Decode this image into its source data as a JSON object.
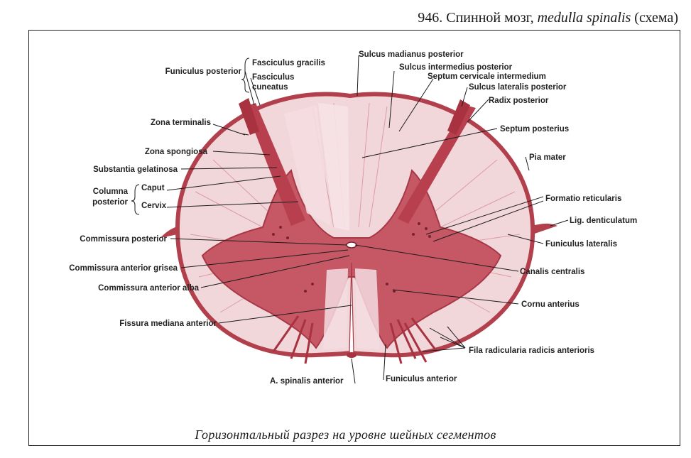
{
  "header": {
    "number": "946.",
    "title_ru": "Спинной мозг,",
    "title_latin": "medulla spinalis",
    "title_note": "(схема)"
  },
  "caption": "Горизонтальный разрез на уровне шейных сегментов",
  "colors": {
    "tissue": "#c0505a",
    "tissue_light": "#f3dcdf",
    "ink": "#1c1c1c"
  },
  "labels": {
    "funiculus_posterior": "Funiculus posterior",
    "fasciculus_gracilis": "Fasciculus gracilis",
    "fasciculus_cuneatus_1": "Fasciculus",
    "fasciculus_cuneatus_2": "cuneatus",
    "zona_terminalis": "Zona terminalis",
    "zona_spongiosa": "Zona spongiosa",
    "substantia_gelatinosa": "Substantia gelatinosa",
    "columna_posterior_1": "Columna",
    "columna_posterior_2": "posterior",
    "caput": "Caput",
    "cervix": "Cervix",
    "commissura_posterior": "Commissura posterior",
    "commissura_anterior_grisea": "Commissura anterior grisea",
    "commissura_anterior_alba": "Commissura anterior alba",
    "fissura_mediana_anterior": "Fissura mediana anterior",
    "a_spinalis_anterior": "A. spinalis anterior",
    "funiculus_anterior": "Funiculus anterior",
    "sulcus_medianus_posterior": "Sulcus madianus posterior",
    "sulcus_intermedius_posterior": "Sulcus intermedius posterior",
    "septum_cervicale_intermedium": "Septum cervicale intermedium",
    "sulcus_lateralis_posterior": "Sulcus lateralis posterior",
    "radix_posterior": "Radix posterior",
    "septum_posterius": "Septum posterius",
    "pia_mater": "Pia mater",
    "formatio_reticularis": "Formatio reticularis",
    "lig_denticulatum": "Lig. denticulatum",
    "funiculus_lateralis": "Funiculus lateralis",
    "canalis_centralis": "Canalis centralis",
    "cornu_anterius": "Cornu anterius",
    "fila_radicularia": "Fila radicularia radicis anterioris"
  }
}
